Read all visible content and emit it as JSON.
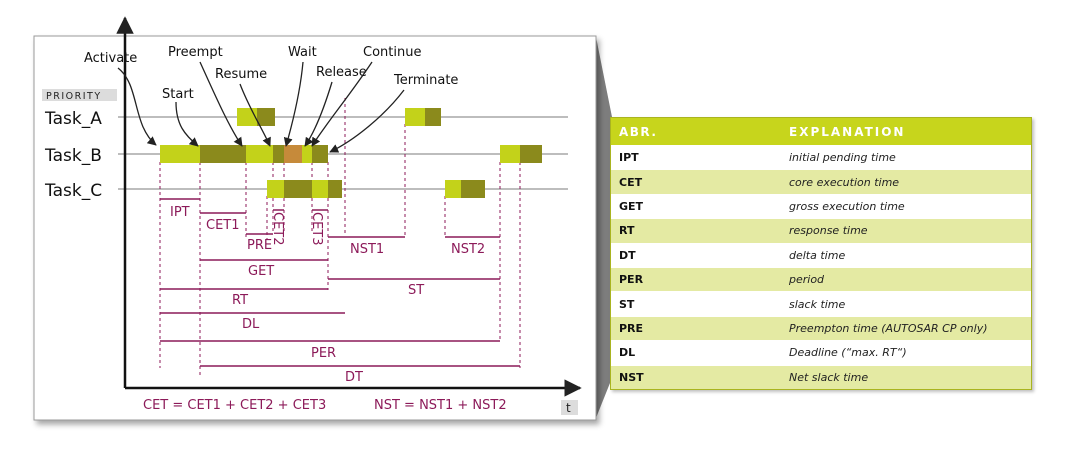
{
  "diagram": {
    "priority_label": "PRIORITY",
    "time_label": "t",
    "tasks": [
      "Task_A",
      "Task_B",
      "Task_C"
    ],
    "events": [
      "Activate",
      "Preempt",
      "Resume",
      "Start",
      "Wait",
      "Continue",
      "Release",
      "Terminate"
    ],
    "intervals": [
      "IPT",
      "CET1",
      "PRE",
      "CET2",
      "CET3",
      "NST1",
      "NST2",
      "GET",
      "RT",
      "ST",
      "DL",
      "PER",
      "DT"
    ],
    "formula_cet": "CET = CET1 + CET2 + CET3",
    "formula_nst": "NST = NST1 + NST2",
    "colors": {
      "ready": "#c3d21a",
      "running": "#8b8a1c",
      "waiting": "#c68a3a",
      "interval": "#8c1a59",
      "table_header": "#c7d51c",
      "table_stripe": "#e4eaa3"
    }
  },
  "table": {
    "header": {
      "abr": "ABR.",
      "explanation": "EXPLANATION"
    },
    "rows": [
      {
        "abr": "IPT",
        "explanation": "initial pending time"
      },
      {
        "abr": "CET",
        "explanation": "core execution time"
      },
      {
        "abr": "GET",
        "explanation": "gross execution time"
      },
      {
        "abr": "RT",
        "explanation": "response time"
      },
      {
        "abr": "DT",
        "explanation": "delta time"
      },
      {
        "abr": "PER",
        "explanation": "period"
      },
      {
        "abr": "ST",
        "explanation": "slack time"
      },
      {
        "abr": "PRE",
        "explanation": "Preempton time (AUTOSAR CP only)"
      },
      {
        "abr": "DL",
        "explanation": "Deadline (“max. RT“)"
      },
      {
        "abr": "NST",
        "explanation": "Net slack time"
      }
    ]
  }
}
